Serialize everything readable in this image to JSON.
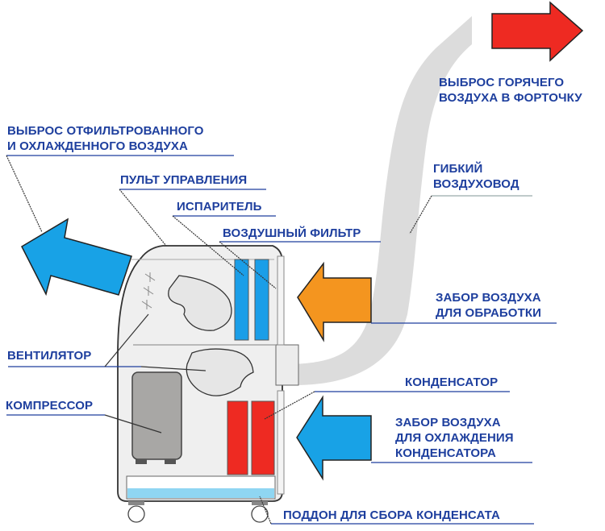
{
  "title": "Схема мобильного кондиционера",
  "colors": {
    "label_text": "#1e3f9e",
    "hot_arrow": "#ee2a22",
    "cold_arrow": "#18a2e6",
    "intake_arrow": "#f4951f",
    "evaporator": "#1a9ee8",
    "condenser": "#ee2a22",
    "duct": "#dcdcdc",
    "body": "#efefef",
    "compressor": "#a8a7a5",
    "tray_water": "#8fd6f2"
  },
  "labels": {
    "hot_exhaust": [
      "ВЫБРОС ГОРЯЧЕГО",
      "ВОЗДУХА В ФОРТОЧКУ"
    ],
    "cool_exhaust": [
      "ВЫБРОС ОТФИЛЬТРОВАННОГО",
      "И ОХЛАЖДЕННОГО ВОЗДУХА"
    ],
    "flexible_duct": [
      "ГИБКИЙ",
      "ВОЗДУХОВОД"
    ],
    "control_panel": "ПУЛЬТ УПРАВЛЕНИЯ",
    "evaporator": "ИСПАРИТЕЛЬ",
    "air_filter": "ВОЗДУШНЫЙ ФИЛЬТР",
    "intake_processing": [
      "ЗАБОР ВОЗДУХА",
      "ДЛЯ ОБРАБОТКИ"
    ],
    "fan": "ВЕНТИЛЯТОР",
    "condenser": "КОНДЕНСАТОР",
    "compressor": "КОМПРЕССОР",
    "intake_condenser": [
      "ЗАБОР ВОЗДУХА",
      "ДЛЯ ОХЛАЖДЕНИЯ",
      "КОНДЕНСАТОРА"
    ],
    "condensate_tray": "ПОДДОН ДЛЯ СБОРА КОНДЕНСАТА"
  }
}
